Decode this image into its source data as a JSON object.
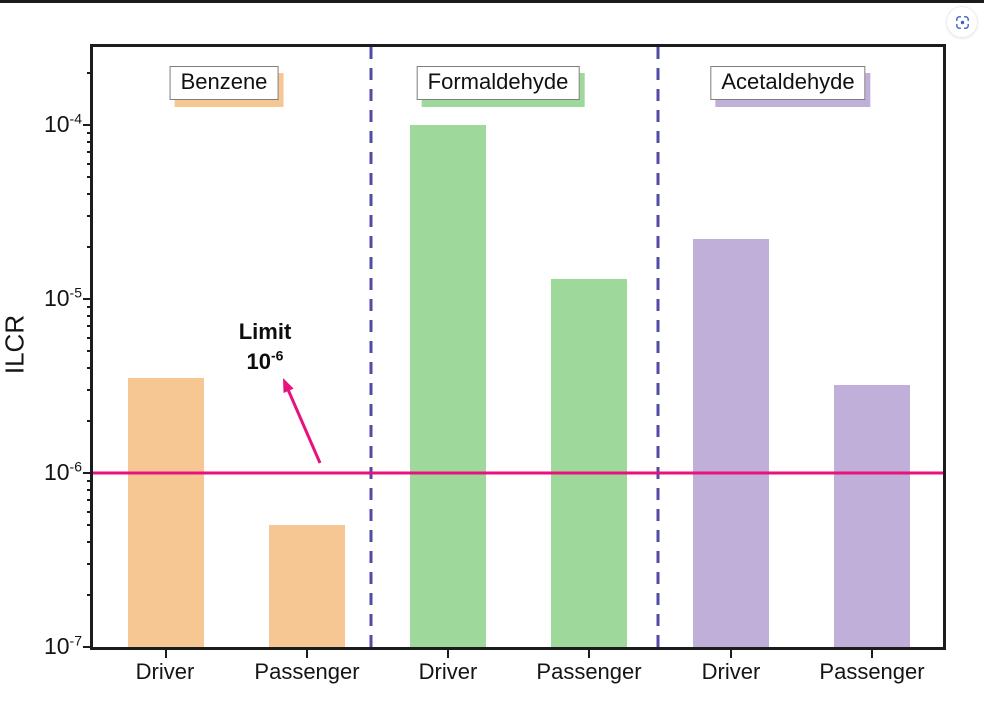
{
  "window": {
    "capture_button": {
      "icon": "screen-capture-icon"
    }
  },
  "chart_data": {
    "type": "bar",
    "title": "",
    "xlabel": "",
    "ylabel": "ILCR",
    "yscale": "log",
    "ylim": [
      1e-07,
      0.00028
    ],
    "grid": false,
    "yticks": [
      {
        "label_base": "10",
        "label_exp": "-4",
        "value": 0.0001
      },
      {
        "label_base": "10",
        "label_exp": "-5",
        "value": 1e-05
      },
      {
        "label_base": "10",
        "label_exp": "-6",
        "value": 1e-06
      },
      {
        "label_base": "10",
        "label_exp": "-7",
        "value": 1e-07
      }
    ],
    "groups": [
      {
        "name": "Benzene",
        "color": "#F7C793",
        "bars": [
          {
            "category": "Driver",
            "value": 3.5e-06
          },
          {
            "category": "Passenger",
            "value": 5e-07
          }
        ]
      },
      {
        "name": "Formaldehyde",
        "color": "#9FD89B",
        "bars": [
          {
            "category": "Driver",
            "value": 0.0001
          },
          {
            "category": "Passenger",
            "value": 1.3e-05
          }
        ]
      },
      {
        "name": "Acetaldehyde",
        "color": "#C0AFD8",
        "bars": [
          {
            "category": "Driver",
            "value": 2.2e-05
          },
          {
            "category": "Passenger",
            "value": 3.2e-06
          }
        ]
      }
    ],
    "reference_line": {
      "value": 1e-06,
      "color": "#E8127E",
      "label": "Limit",
      "value_base": "10",
      "value_exp": "-6"
    },
    "separator_color": "#514BA5",
    "axis_color": "#1C1C1C",
    "bar_border": "none",
    "legend_position": "none"
  }
}
